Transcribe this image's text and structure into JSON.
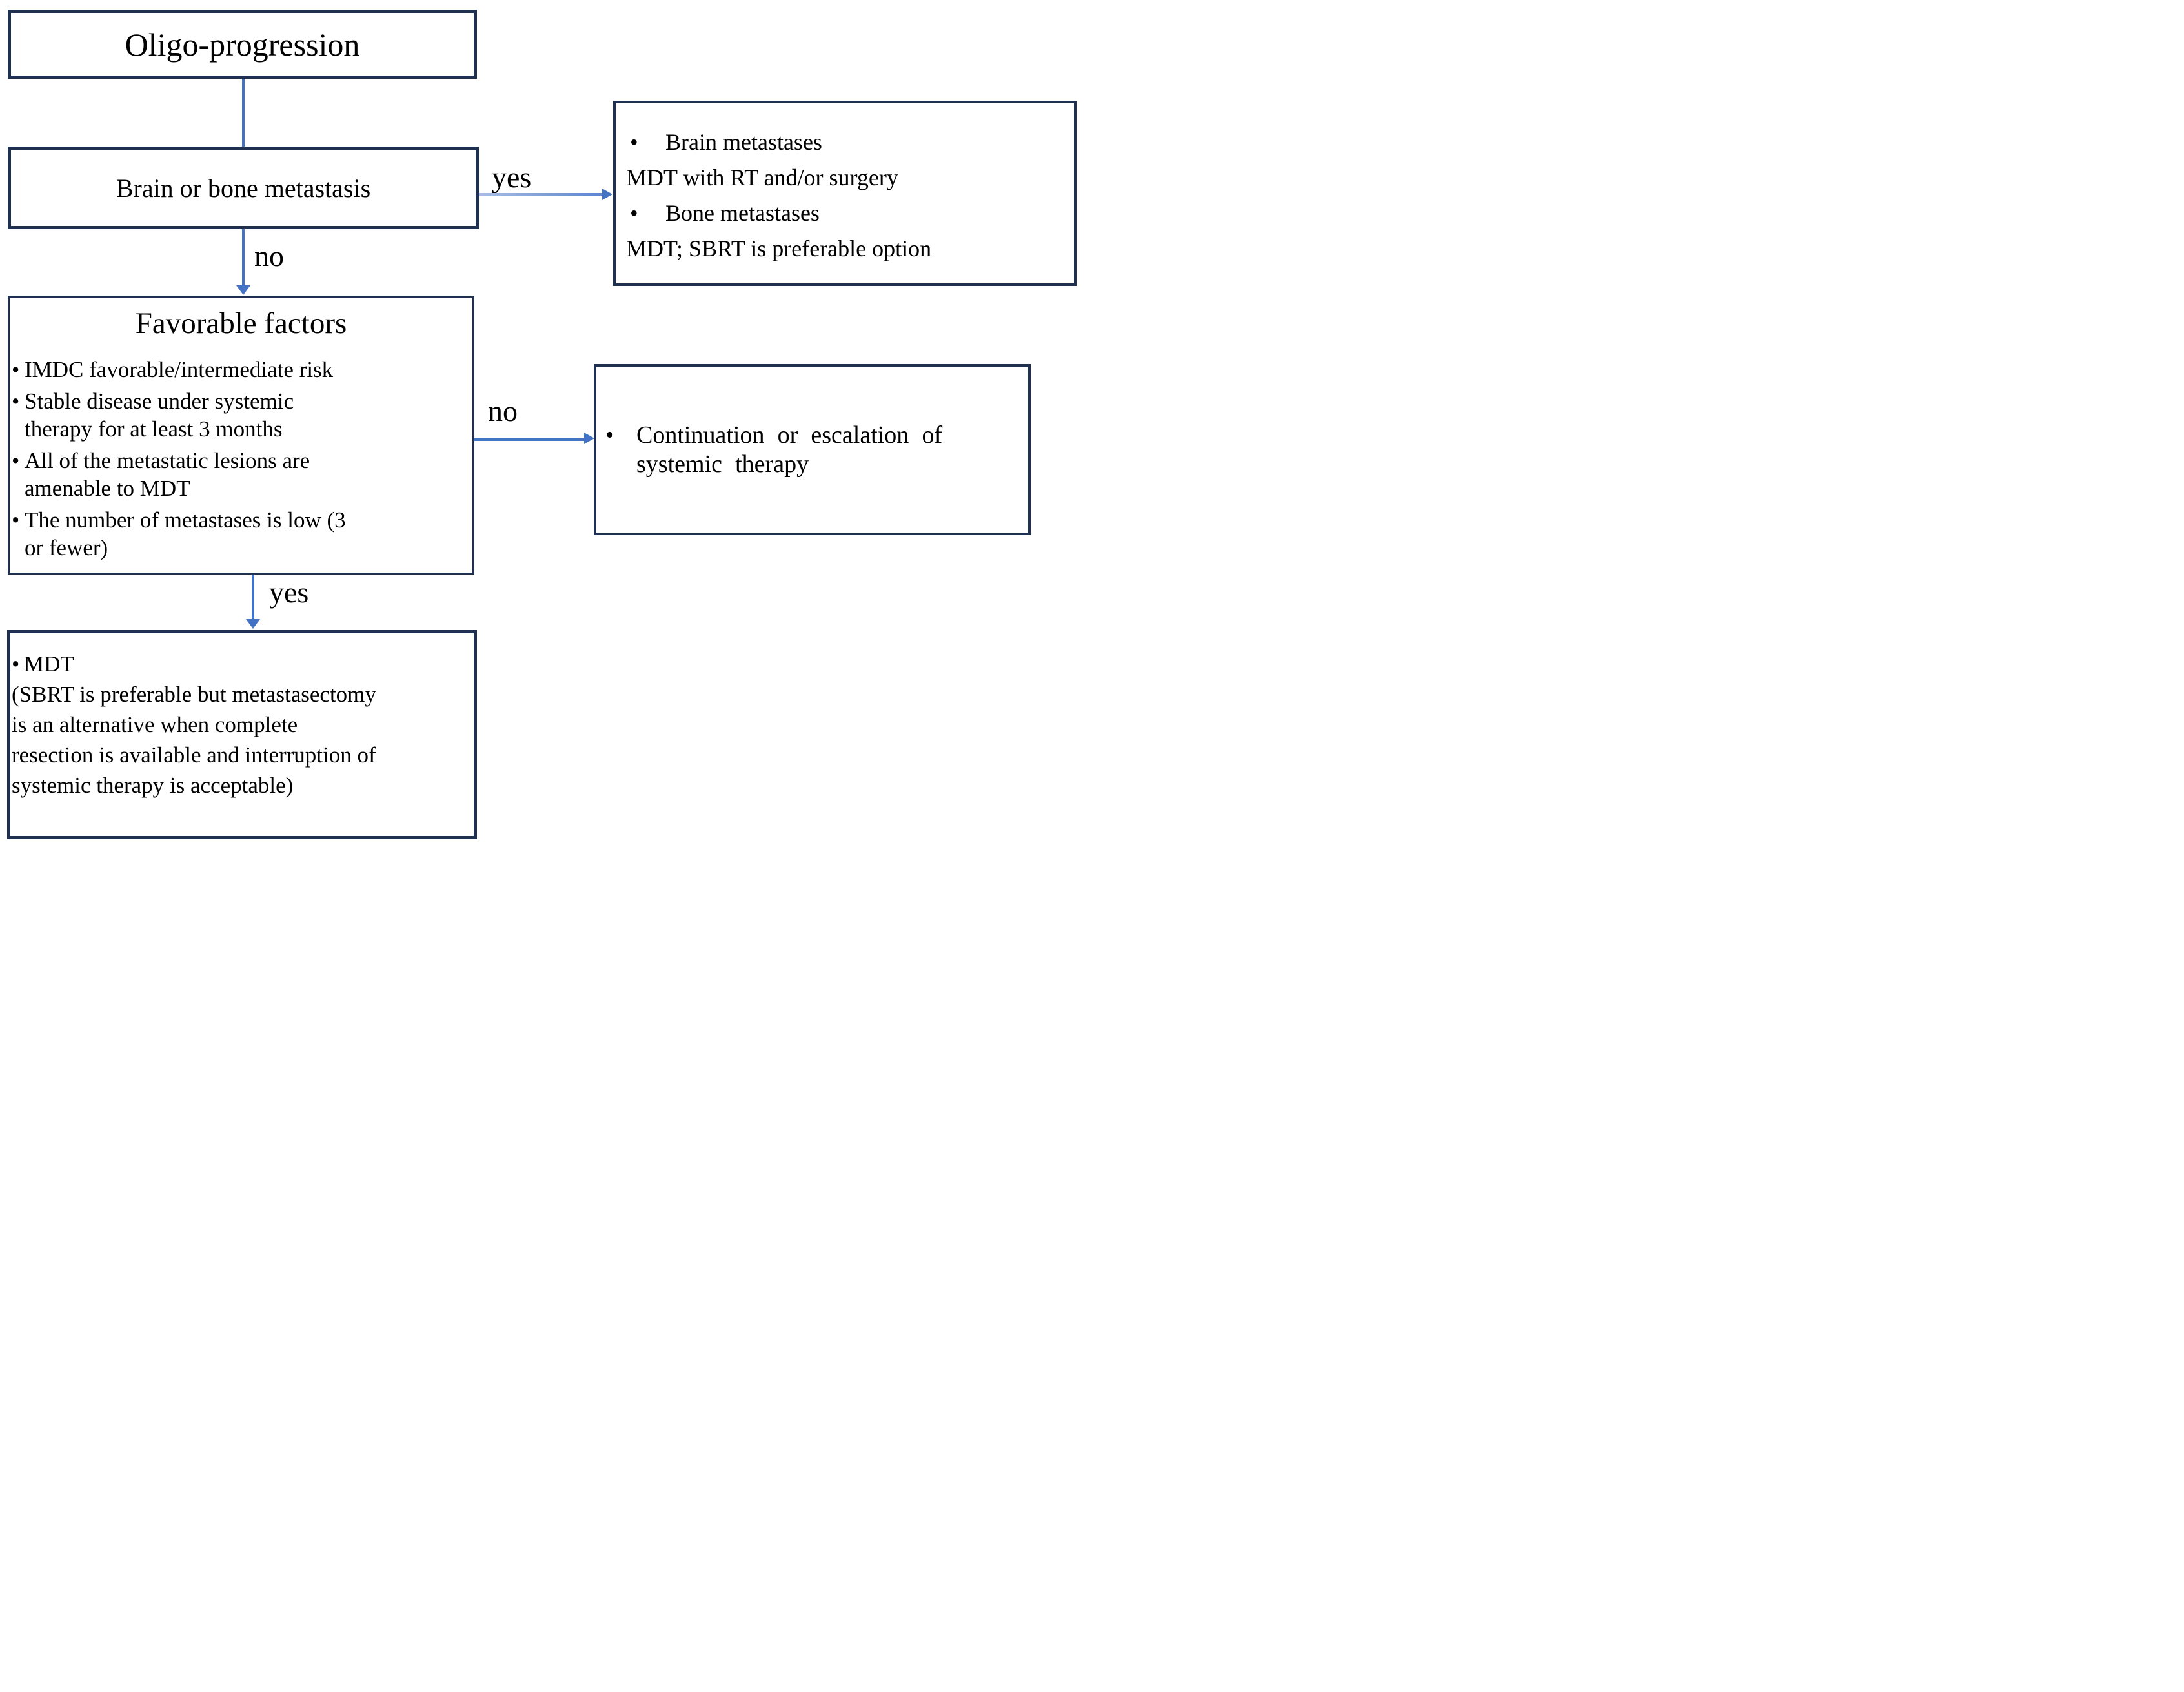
{
  "diagram": {
    "bullet": "•",
    "box_oligo": "Oligo-progression",
    "box_brain_bone": "Brain or bone metastasis",
    "labels": {
      "yes_metastasis": "yes",
      "no_metastasis": "no",
      "no_favorable": "no",
      "yes_favorable": "yes"
    },
    "box_metastases": {
      "line1_bulleted": "Brain metastases",
      "line2": "MDT with RT and/or surgery",
      "line3_bulleted": "Bone metastases",
      "line4": "MDT; SBRT is preferable option"
    },
    "box_favorable": {
      "title": "Favorable factors",
      "item1": "IMDC favorable/intermediate risk",
      "item2": "Stable disease under systemic\ntherapy for at least 3 months",
      "item3": "All of the metastatic lesions are\namenable to MDT",
      "item4": "The number of metastases is low (3\nor fewer)"
    },
    "box_systemic": "Continuation or escalation of\nsystemic therapy",
    "box_mdt": {
      "bulleted_line": "MDT",
      "note": "(SBRT is preferable but metastasectomy\nis an alternative when complete\nresection is available and interruption of\nsystemic therapy is acceptable)"
    }
  },
  "colors": {
    "border": "#1f3050",
    "arrow": "#4472c4",
    "arrow-light": "#a9bce6"
  }
}
